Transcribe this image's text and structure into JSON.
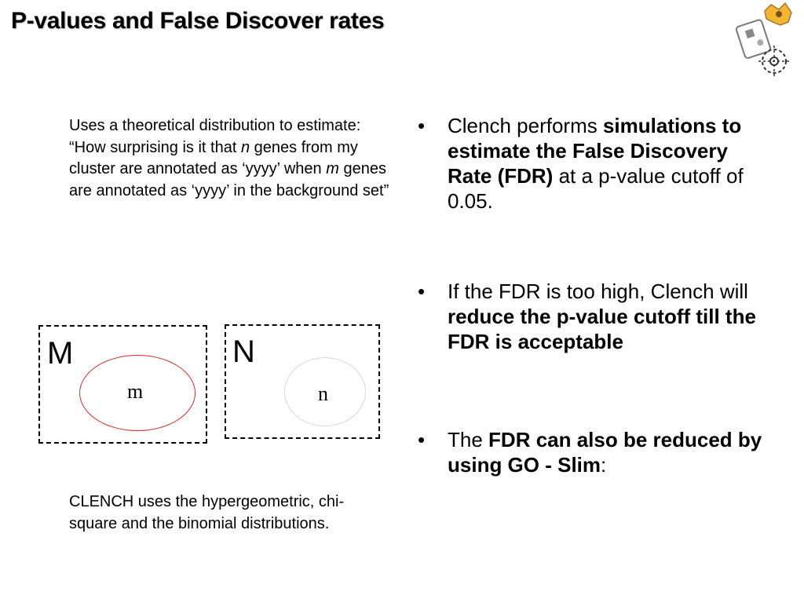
{
  "slide": {
    "title": "P-values and False Discover rates",
    "intro": {
      "p1": "Uses a theoretical distribution to estimate: “How surprising is it that ",
      "n": "n",
      "p2": " genes from my cluster are annotated as ‘yyyy’ when ",
      "m": "m",
      "p3": " genes are annotated as ‘yyyy’ in the background set”"
    },
    "diagram": {
      "set_M": "M",
      "set_N": "N",
      "subset_m": "m",
      "subset_n": "n",
      "subset_m_color": "#d92a2a"
    },
    "outro": "CLENCH uses the hypergeometric, chi-square and the binomial distributions.",
    "bullets": [
      {
        "t1": "Clench performs ",
        "b1": "simulations to estimate the False Discovery Rate (FDR)",
        "t2": " at a p-value cutoff of 0.05."
      },
      {
        "t1": "If the FDR is too high, Clench will ",
        "b1": "reduce the p-value cutoff till the FDR is acceptable"
      },
      {
        "t1": "The ",
        "b1": "FDR can also be reduced by using GO - Slim",
        "t2": ":"
      }
    ]
  }
}
